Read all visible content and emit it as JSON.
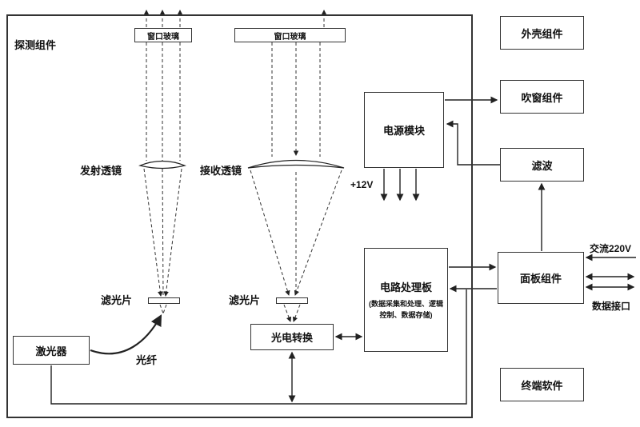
{
  "diagram": {
    "outer_label": "探测组件",
    "boxes": {
      "window_glass_1": "窗口玻璃",
      "window_glass_2": "窗口玻璃",
      "laser": "激光器",
      "photoelectric": "光电转换",
      "power_module": "电源模块",
      "circuit_board_title": "电路处理板",
      "circuit_board_sub": "(数据采集和处理、逻辑控制、数据存储)",
      "housing": "外壳组件",
      "blow_window": "吹窗组件",
      "filter": "滤波",
      "panel": "面板组件",
      "terminal": "终端软件"
    },
    "labels": {
      "transmit_lens": "发射透镜",
      "receive_lens": "接收透镜",
      "filter_strip_1": "滤光片",
      "filter_strip_2": "滤光片",
      "fiber": "光纤",
      "plus_12v": "+12V",
      "ac220v": "交流220V",
      "data_interface": "数据接口"
    }
  }
}
